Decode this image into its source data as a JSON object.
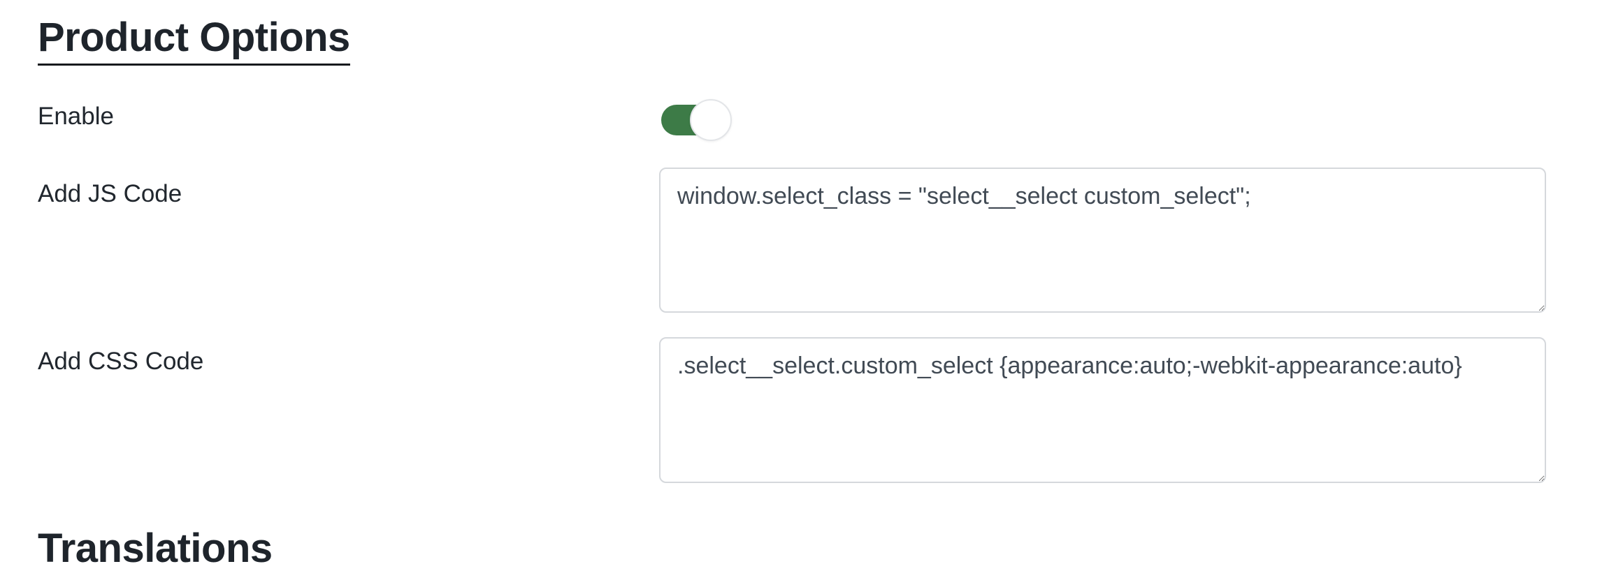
{
  "sections": {
    "product_options": {
      "title": "Product Options",
      "fields": {
        "enable": {
          "label": "Enable",
          "state": "on"
        },
        "js": {
          "label": "Add JS Code",
          "value": "window.select_class = \"select__select custom_select\";"
        },
        "css": {
          "label": "Add CSS Code",
          "value": ".select__select.custom_select {appearance:auto;-webkit-appearance:auto}"
        }
      }
    },
    "translations": {
      "title": "Translations"
    }
  },
  "colors": {
    "toggle_on_green": "#3d7b47",
    "toggle_knob": "#ffffff",
    "toggle_knob_border": "#e3e5e8",
    "heading_text": "#1e242b",
    "heading_underline": "#16191d",
    "label_text": "#21272e",
    "code_text": "#414a54",
    "textarea_border": "#d5d8dc",
    "background": "#ffffff"
  }
}
